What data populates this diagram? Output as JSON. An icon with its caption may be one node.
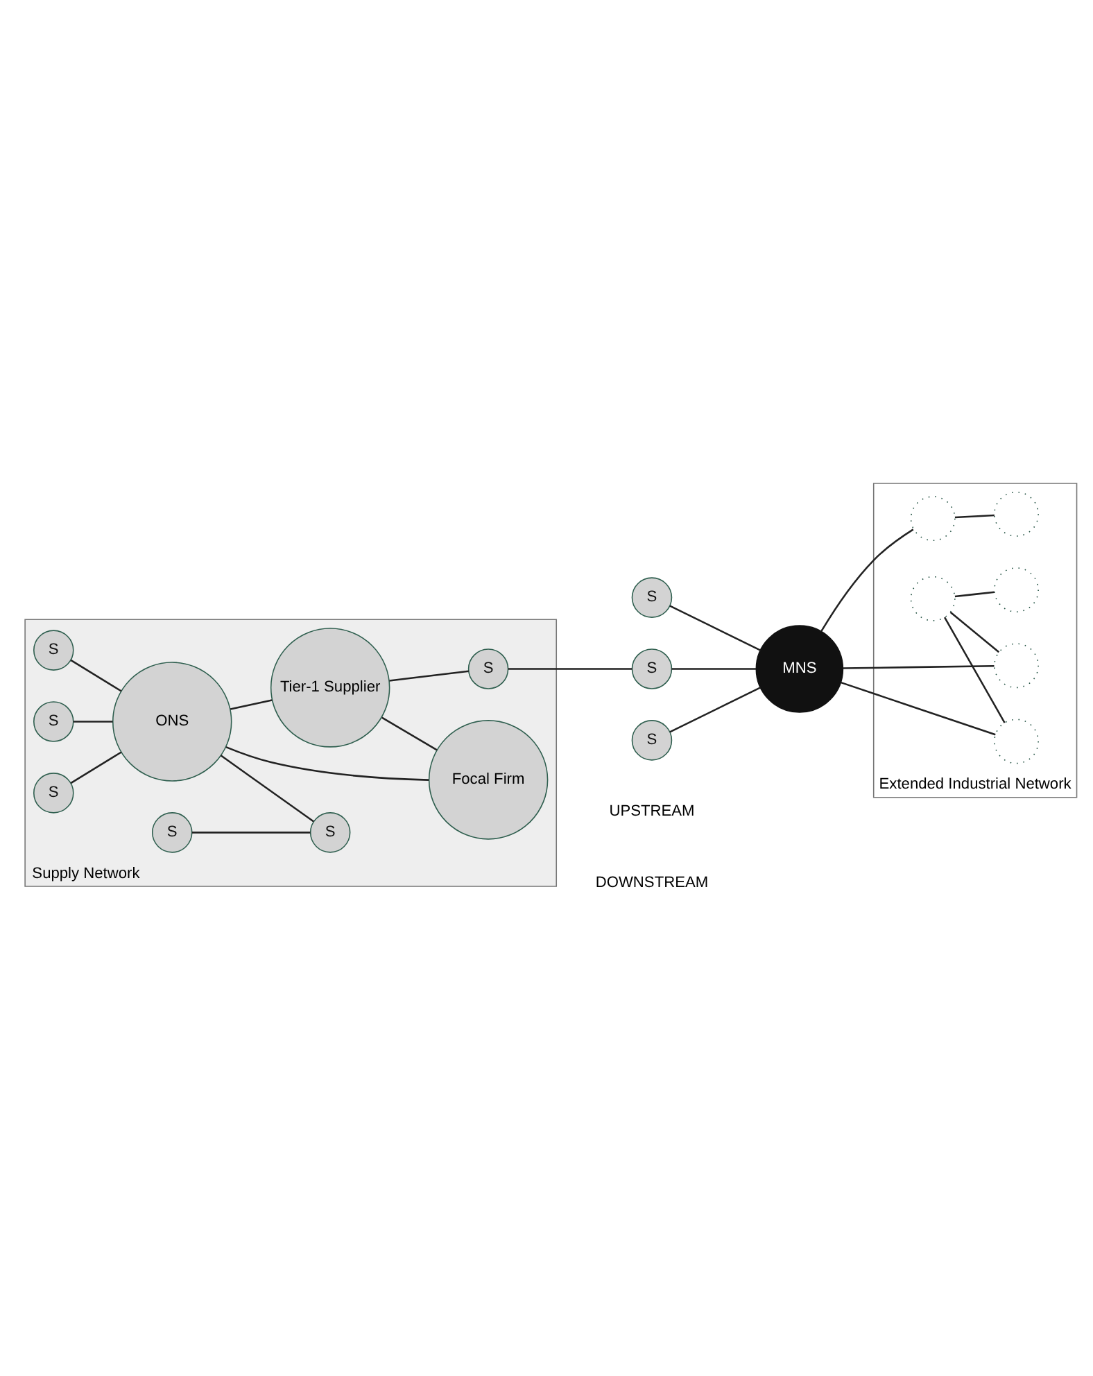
{
  "diagram": {
    "nodes": [
      {
        "text": [
          "Supply Network"
        ]
      },
      {
        "text": [
          "S"
        ],
        "in": 0
      },
      {
        "text": [
          "S"
        ],
        "in": 0
      },
      {
        "text": [
          "S"
        ],
        "in": 0
      },
      {
        "text": [
          "ONS"
        ],
        "in": 0
      },
      {
        "text": [
          "Tier-1 Supplier"
        ],
        "in": 0
      },
      {
        "text": [
          "Focal Firm"
        ],
        "in": 0
      },
      {
        "text": [
          "S"
        ],
        "in": 0
      },
      {
        "text": [
          "S"
        ],
        "in": 0
      },
      {
        "text": [
          "S"
        ],
        "in": 0
      },
      {
        "text": [
          "Extended Industrial Network"
        ]
      },
      {
        "text": [
          "S"
        ]
      },
      {
        "text": [
          "S"
        ]
      },
      {
        "text": [
          "S"
        ]
      },
      {
        "text": [
          "MNS"
        ]
      },
      {
        "text": [],
        "shape": "circle",
        "in": 10
      },
      {
        "text": [],
        "shape": "circle",
        "in": 10
      },
      {
        "text": [],
        "shape": "circle",
        "in": 10
      },
      {
        "text": [],
        "shape": "circle",
        "in": 10
      },
      {
        "text": [],
        "shape": "circle",
        "in": 10
      },
      {
        "text": [],
        "shape": "circle",
        "in": 10
      }
    ],
    "edges": [
      {
        "from": 1,
        "to": 4,
        "arrow": "none"
      },
      {
        "from": 2,
        "to": 4,
        "arrow": "none"
      },
      {
        "from": 3,
        "to": 4,
        "arrow": "none"
      },
      {
        "from": 4,
        "to": 5,
        "arrow": "none"
      },
      {
        "from": 5,
        "to": 6,
        "arrow": "none"
      },
      {
        "from": 4,
        "to": 6,
        "arrow": "none"
      },
      {
        "from": 4,
        "to": 8,
        "arrow": "none"
      },
      {
        "from": 7,
        "to": 8,
        "arrow": "none"
      },
      {
        "from": 5,
        "to": 9,
        "arrow": "none"
      },
      {
        "from": 9,
        "to": 11,
        "arrow": "none"
      },
      {
        "from": 11,
        "to": 14,
        "arrow": "none"
      },
      {
        "from": 12,
        "to": 14,
        "arrow": "none"
      },
      {
        "from": 13,
        "to": 14,
        "arrow": "none"
      },
      {
        "from": 14,
        "to": 15,
        "arrow": "none"
      },
      {
        "from": 14,
        "to": 16,
        "arrow": "none"
      },
      {
        "from": 14,
        "to": 18,
        "arrow": "none"
      },
      {
        "from": 15,
        "to": 19,
        "arrow": "none"
      },
      {
        "from": 17,
        "to": 16,
        "arrow": "none"
      },
      {
        "from": 17,
        "to": 18,
        "arrow": "none"
      },
      {
        "from": 17,
        "to": 20,
        "arrow": "none"
      }
    ],
    "labels": [
      "UPSTREAM",
      "DOWNSTREAM"
    ]
  }
}
